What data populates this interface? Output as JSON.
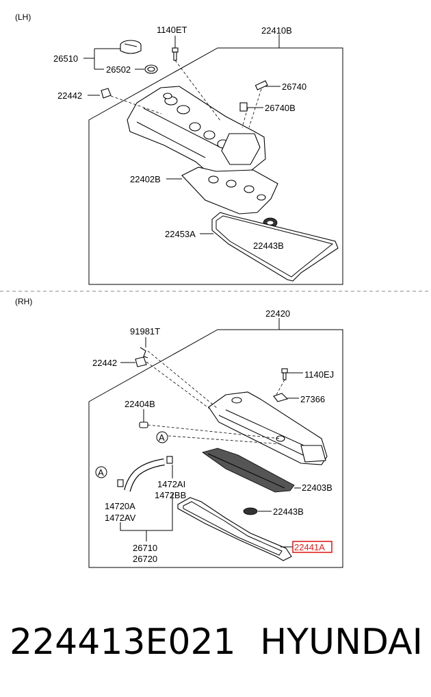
{
  "sections": {
    "lh": "(LH)",
    "rh": "(RH)"
  },
  "lh_labels": {
    "p1140ET": "1140ET",
    "p22410B": "22410B",
    "p26510": "26510",
    "p26502": "26502",
    "p22442": "22442",
    "p26740": "26740",
    "p26740B": "26740B",
    "p22402B": "22402B",
    "p22453A": "22453A",
    "p22443B": "22443B"
  },
  "rh_labels": {
    "p22420": "22420",
    "p91981T": "91981T",
    "p22442": "22442",
    "p1140EJ": "1140EJ",
    "p27366": "27366",
    "p22404B": "22404B",
    "callout_a1": "A",
    "callout_a2": "A",
    "p1472AI": "1472AI",
    "p1472BB": "1472BB",
    "p14720A": "14720A",
    "p1472AV": "1472AV",
    "p22403B": "22403B",
    "p22443B": "22443B",
    "p26710": "26710",
    "p26720": "26720",
    "p22441A": "22441A"
  },
  "highlight_color": "#e02020",
  "caption": {
    "part_number": "224413E021",
    "brand": "HYUNDAI"
  }
}
